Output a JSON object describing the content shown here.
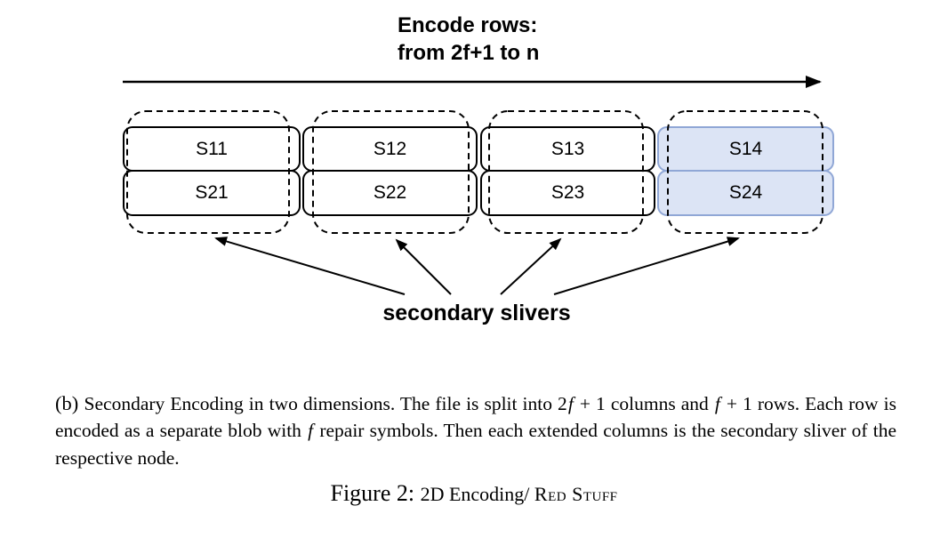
{
  "title": {
    "line1": "Encode rows:",
    "line2": "from 2f+1 to n"
  },
  "grid": {
    "rows": [
      {
        "cells": [
          {
            "label": "S11",
            "highlight": false
          },
          {
            "label": "S12",
            "highlight": false
          },
          {
            "label": "S13",
            "highlight": false
          },
          {
            "label": "S14",
            "highlight": true
          }
        ]
      },
      {
        "cells": [
          {
            "label": "S21",
            "highlight": false
          },
          {
            "label": "S22",
            "highlight": false
          },
          {
            "label": "S23",
            "highlight": false
          },
          {
            "label": "S24",
            "highlight": true
          }
        ]
      }
    ]
  },
  "labels": {
    "secondary_slivers": "secondary slivers"
  },
  "caption": {
    "prefix": "(b) ",
    "s1": "Secondary Encoding in two dimensions. The file is split into 2",
    "f1": "f",
    "s2": " + 1 columns and ",
    "f2": "f",
    "s3": " + 1 rows. Each row is encoded as a separate blob with ",
    "f3": "f",
    "s4": " repair symbols. Then each extended columns is the secondary sliver of the respective node."
  },
  "figure": {
    "label": "Figure 2: ",
    "text": "2D Encoding/ ",
    "smallcaps": "Red Stuff"
  },
  "colors": {
    "highlight_fill": "#dce4f5",
    "highlight_border": "#90a7d6",
    "line_color": "#000000"
  }
}
